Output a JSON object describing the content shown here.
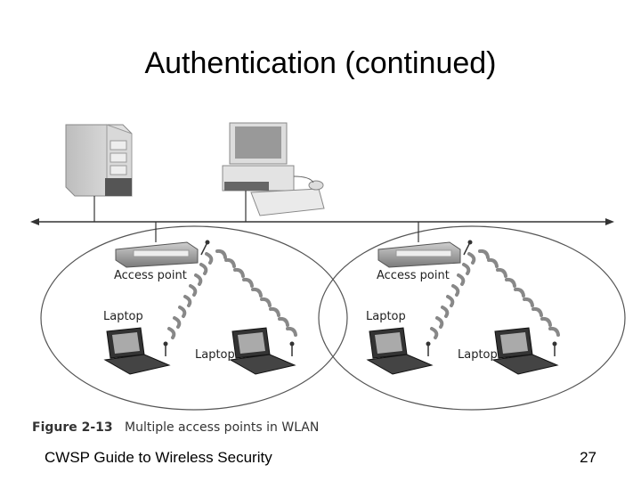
{
  "slide": {
    "title": "Authentication (continued)",
    "footer_left": "CWSP Guide to Wireless Security",
    "page_number": "27"
  },
  "figure": {
    "number": "Figure 2-13",
    "caption": "Multiple access points in WLAN",
    "left_cell": {
      "ap_label": "Access point",
      "laptop1_label": "Laptop",
      "laptop2_label": "Laptop"
    },
    "right_cell": {
      "ap_label": "Access point",
      "laptop1_label": "Laptop",
      "laptop2_label": "Laptop"
    }
  }
}
